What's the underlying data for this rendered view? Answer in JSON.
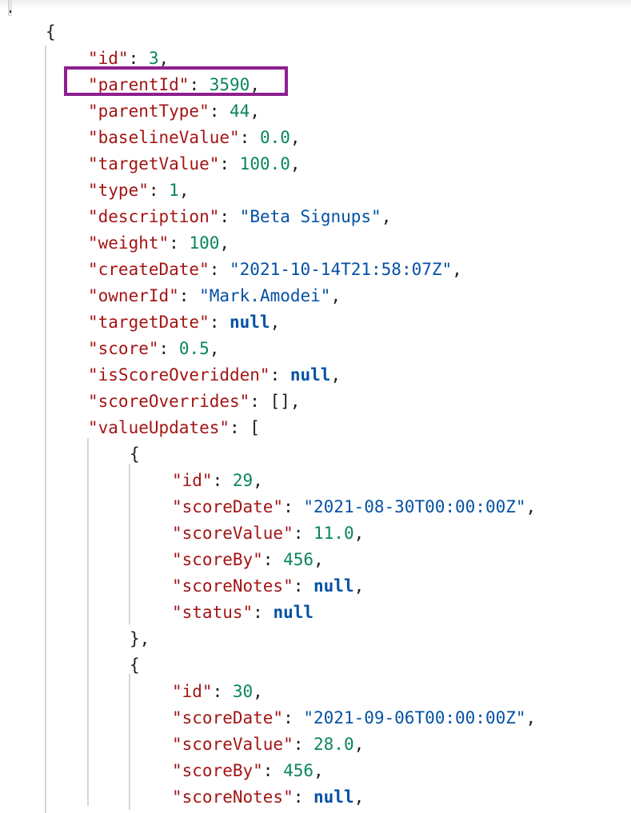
{
  "editor": {
    "highlight": {
      "target_key": "parentId",
      "color": "#8e1f8e"
    },
    "colors": {
      "key": "#a31515",
      "number": "#098658",
      "string": "#0451a5",
      "null": "#0451a5"
    },
    "root": {
      "open": "{",
      "fields": [
        {
          "key": "\"id\"",
          "value": "3",
          "type": "number",
          "comma": ","
        },
        {
          "key": "\"parentId\"",
          "value": "3590",
          "type": "number",
          "comma": ","
        },
        {
          "key": "\"parentType\"",
          "value": "44",
          "type": "number",
          "comma": ","
        },
        {
          "key": "\"baselineValue\"",
          "value": "0.0",
          "type": "number",
          "comma": ","
        },
        {
          "key": "\"targetValue\"",
          "value": "100.0",
          "type": "number",
          "comma": ","
        },
        {
          "key": "\"type\"",
          "value": "1",
          "type": "number",
          "comma": ","
        },
        {
          "key": "\"description\"",
          "value": "\"Beta Signups\"",
          "type": "string",
          "comma": ","
        },
        {
          "key": "\"weight\"",
          "value": "100",
          "type": "number",
          "comma": ","
        },
        {
          "key": "\"createDate\"",
          "value": "\"2021-10-14T21:58:07Z\"",
          "type": "string",
          "comma": ","
        },
        {
          "key": "\"ownerId\"",
          "value": "\"Mark.Amodei\"",
          "type": "string",
          "comma": ","
        },
        {
          "key": "\"targetDate\"",
          "value": "null",
          "type": "null",
          "comma": ","
        },
        {
          "key": "\"score\"",
          "value": "0.5",
          "type": "number",
          "comma": ","
        },
        {
          "key": "\"isScoreOveridden\"",
          "value": "null",
          "type": "null",
          "comma": ","
        },
        {
          "key": "\"scoreOverrides\"",
          "value": "[]",
          "type": "punct",
          "comma": ","
        },
        {
          "key": "\"valueUpdates\"",
          "value": "[",
          "type": "punct",
          "comma": ""
        }
      ],
      "valueUpdates": [
        {
          "open": "{",
          "close": "},",
          "fields": [
            {
              "key": "\"id\"",
              "value": "29",
              "type": "number",
              "comma": ","
            },
            {
              "key": "\"scoreDate\"",
              "value": "\"2021-08-30T00:00:00Z\"",
              "type": "string",
              "comma": ","
            },
            {
              "key": "\"scoreValue\"",
              "value": "11.0",
              "type": "number",
              "comma": ","
            },
            {
              "key": "\"scoreBy\"",
              "value": "456",
              "type": "number",
              "comma": ","
            },
            {
              "key": "\"scoreNotes\"",
              "value": "null",
              "type": "null",
              "comma": ","
            },
            {
              "key": "\"status\"",
              "value": "null",
              "type": "null",
              "comma": ""
            }
          ]
        },
        {
          "open": "{",
          "fields": [
            {
              "key": "\"id\"",
              "value": "30",
              "type": "number",
              "comma": ","
            },
            {
              "key": "\"scoreDate\"",
              "value": "\"2021-09-06T00:00:00Z\"",
              "type": "string",
              "comma": ","
            },
            {
              "key": "\"scoreValue\"",
              "value": "28.0",
              "type": "number",
              "comma": ","
            },
            {
              "key": "\"scoreBy\"",
              "value": "456",
              "type": "number",
              "comma": ","
            },
            {
              "key": "\"scoreNotes\"",
              "value": "null",
              "type": "null",
              "comma": ","
            }
          ]
        }
      ]
    },
    "separator": ": "
  }
}
